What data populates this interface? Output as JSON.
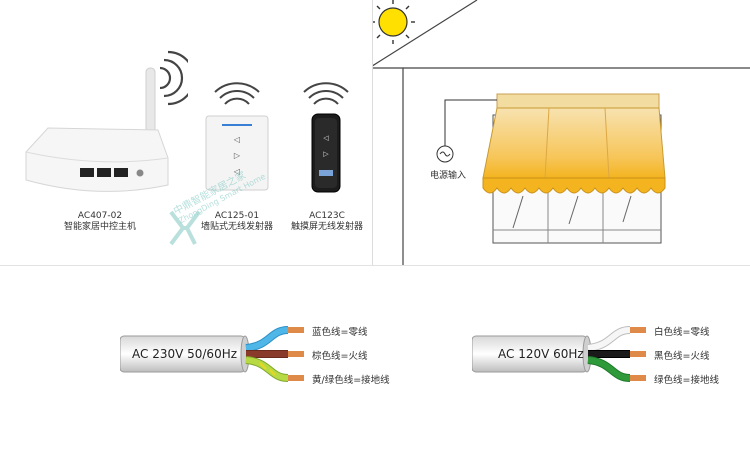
{
  "devices": [
    {
      "model": "AC407-02",
      "name": "智能家居中控主机"
    },
    {
      "model": "AC125-01",
      "name": "墙贴式无线发射器"
    },
    {
      "model": "AC123C",
      "name": "触摸屏无线发射器"
    }
  ],
  "awning": {
    "power_label": "电源输入"
  },
  "cables": [
    {
      "label": "AC 230V 50/60Hz",
      "wires": [
        {
          "label": "蓝色线=零线",
          "color": "#3aa7dc"
        },
        {
          "label": "棕色线=火线",
          "color": "#8a3a2a"
        },
        {
          "label": "黄/绿色线=接地线",
          "color": "#9cc83a"
        }
      ]
    },
    {
      "label": "AC 120V 60Hz",
      "wires": [
        {
          "label": "白色线=零线",
          "color": "#f2f2f2"
        },
        {
          "label": "黑色线=火线",
          "color": "#1a1a1a"
        },
        {
          "label": "绿色线=接地线",
          "color": "#2e9a3a"
        }
      ]
    }
  ],
  "watermark": {
    "line1": "中鼎智能家居之家",
    "line2": "ZhongDing Smart Home"
  }
}
